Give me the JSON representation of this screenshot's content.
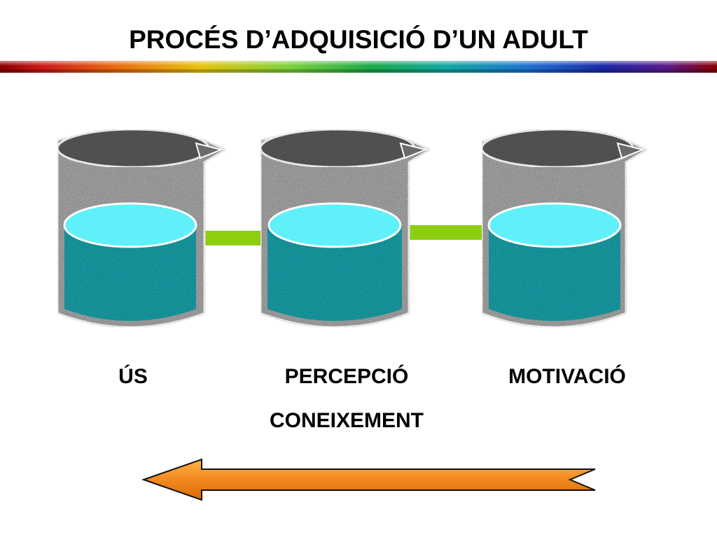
{
  "slide": {
    "title": "PROCÉS D’ADQUISICIÓ D’UN ADULT"
  },
  "beakers": [
    {
      "label": "ÚS"
    },
    {
      "label": "PERCEPCIÓ"
    },
    {
      "label": "MOTIVACIÓ"
    }
  ],
  "extra_label": "CONEIXEMENT",
  "colors": {
    "liquid": "#1e9fa7",
    "liquid_top": "#5ff0fa",
    "connector": "#8ccf10",
    "arrow": "#f29a2e",
    "glass": "#a9a9a9",
    "beaker_interior": "#5c5c5c"
  }
}
